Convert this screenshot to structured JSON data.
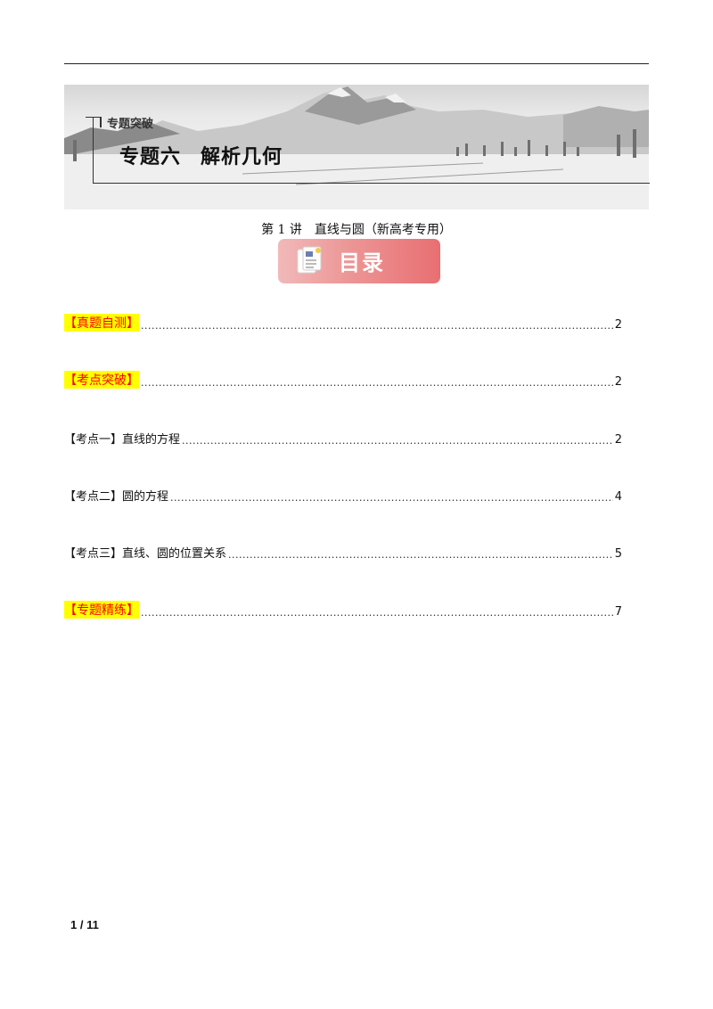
{
  "banner": {
    "subtitle": "专题突破",
    "title_part1": "专题六",
    "title_part2": "解析几何"
  },
  "lecture_title": "第 1 讲　直线与圆（新高考专用）",
  "toc_badge": {
    "label": "目录"
  },
  "toc": [
    {
      "label": "【真题自测】",
      "page": "2",
      "highlight": true
    },
    {
      "label": "【考点突破】",
      "page": "2",
      "highlight": true
    },
    {
      "label": "【考点一】直线的方程",
      "page": "2",
      "highlight": false
    },
    {
      "label": "【考点二】圆的方程",
      "page": "4",
      "highlight": false
    },
    {
      "label": "【考点三】直线、圆的位置关系",
      "page": "5",
      "highlight": false
    },
    {
      "label": "【专题精练】",
      "page": "7",
      "highlight": true
    }
  ],
  "footer": {
    "page_indicator": "1 / 11"
  },
  "colors": {
    "highlight_bg": "#ffff00",
    "highlight_text": "#ff0000",
    "badge_accent": "#e86f72"
  }
}
